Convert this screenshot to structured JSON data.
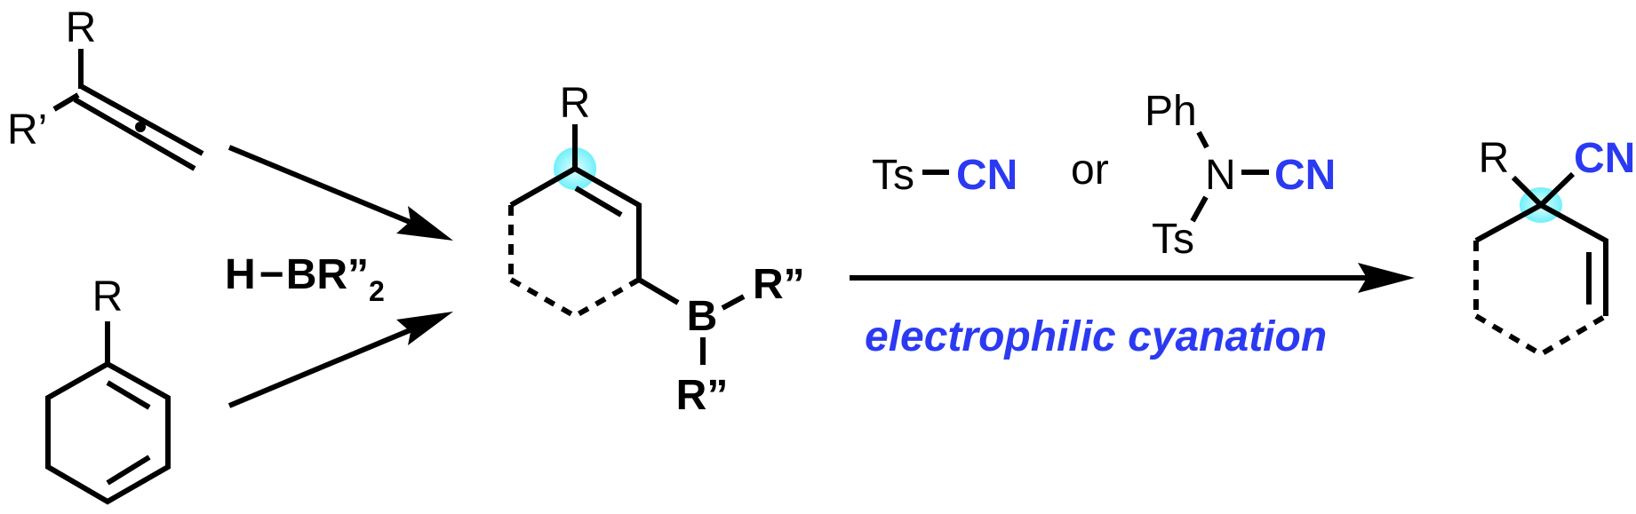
{
  "reactants": {
    "allene": {
      "r": "R",
      "r_prime": "R’"
    },
    "diene": {
      "r": "R"
    }
  },
  "hydroboration_reagent": {
    "h": "H",
    "b": "BR”",
    "sub": "2"
  },
  "intermediate": {
    "r": "R",
    "b": "B",
    "r1": "R”",
    "r2": "R”"
  },
  "cyanation_reagents": {
    "reagent1": {
      "ts": "Ts",
      "cn": "CN"
    },
    "or": "or",
    "reagent2": {
      "ph": "Ph",
      "n": "N",
      "cn": "CN",
      "ts": "Ts"
    }
  },
  "step_label": "electrophilic cyanation",
  "product": {
    "r": "R",
    "cn": "CN"
  },
  "colors": {
    "accent_blue": "#2b3af2",
    "highlight_cyan": "#7ff6ff"
  }
}
